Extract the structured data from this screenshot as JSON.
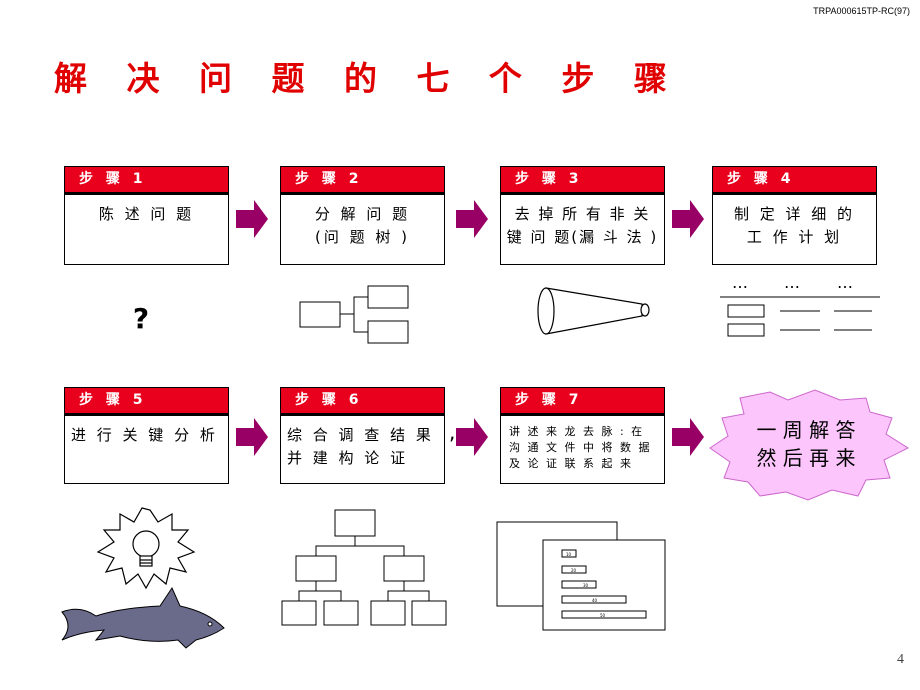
{
  "doc_code": "TRPA000615TP-RC(97)",
  "title": "解 决 问 题 的 七 个 步 骤",
  "steps": [
    {
      "header": "步 骤 1",
      "lines": [
        "陈 述 问 题"
      ]
    },
    {
      "header": "步 骤 2",
      "lines": [
        "分 解 问 题",
        "(问 题 树 )"
      ]
    },
    {
      "header": "步 骤 3",
      "lines": [
        "去 掉 所 有 非 关",
        "键 问 题(漏 斗 法 )"
      ]
    },
    {
      "header": "步 骤 4",
      "lines": [
        "制 定 详 细 的",
        "工 作 计 划"
      ]
    },
    {
      "header": "步 骤 5",
      "lines": [
        "进 行 关 键 分 析"
      ]
    },
    {
      "header": "步 骤 6",
      "lines": [
        "综 合 调 查 结 果",
        "并 建 构 论 证"
      ]
    },
    {
      "header": "步 骤 7",
      "lines": [
        "讲 述 来 龙 去 脉 : 在",
        "沟 通 文 件 中 将 数 据",
        "及 论 证 联 系 起 来"
      ]
    }
  ],
  "question_mark": "?",
  "step6_comma": ",",
  "plan_dots": [
    "…",
    "…",
    "…"
  ],
  "burst": {
    "lines": [
      "一 周 解 答",
      "然 后 再 来"
    ],
    "color": "#fcc6fc"
  },
  "report_bar_labels": [
    "10",
    "20",
    "30",
    "40",
    "50"
  ],
  "page_number": "4",
  "colors": {
    "title": "#e00000",
    "header": "#e8001c",
    "arrow": "#990066"
  }
}
